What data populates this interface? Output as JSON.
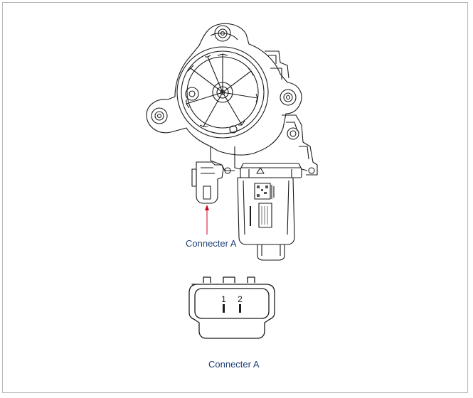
{
  "diagram": {
    "motor_callout_label": "Connecter A",
    "connector_view_label": "Connecter A",
    "pin_labels": [
      "1",
      "2"
    ],
    "callout_color": "#d0021b",
    "label_color": "#1f3f7a",
    "line_color": "#1a1a1a"
  }
}
